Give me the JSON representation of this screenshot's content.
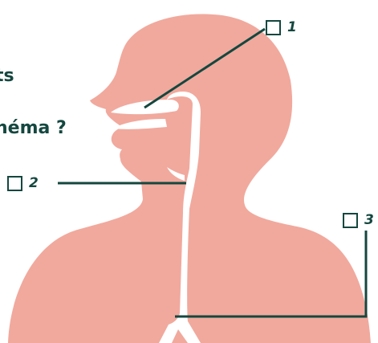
{
  "colors": {
    "body_fill": "#f1a99d",
    "ink": "#14473f",
    "background": "#ffffff"
  },
  "cropped_text": {
    "line1": "ts",
    "line2": "héma ?"
  },
  "markers": [
    {
      "number": "1",
      "checked": false
    },
    {
      "number": "2",
      "checked": false
    },
    {
      "number": "3",
      "checked": false
    }
  ]
}
